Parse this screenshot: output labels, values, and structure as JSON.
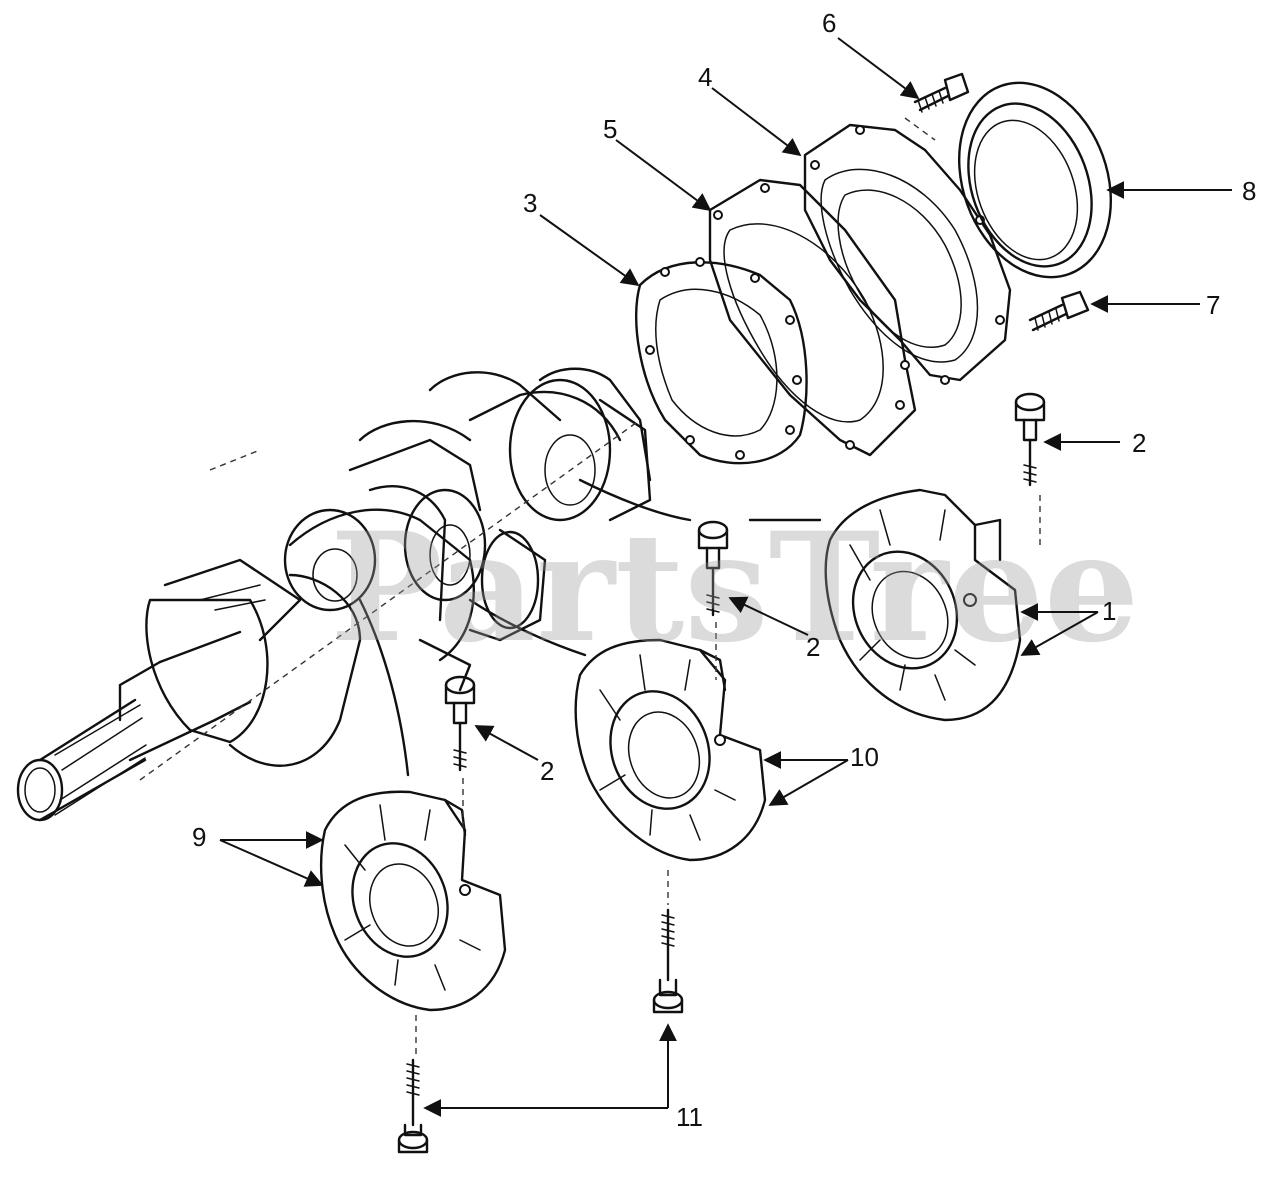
{
  "watermark": "PartsTree",
  "colors": {
    "ink": "#111111",
    "watermark": "#9a9a9a",
    "background": "#ffffff"
  },
  "callouts": [
    {
      "id": "c1",
      "label": "1"
    },
    {
      "id": "c2a",
      "label": "2"
    },
    {
      "id": "c2b",
      "label": "2"
    },
    {
      "id": "c2c",
      "label": "2"
    },
    {
      "id": "c3",
      "label": "3"
    },
    {
      "id": "c4",
      "label": "4"
    },
    {
      "id": "c5",
      "label": "5"
    },
    {
      "id": "c6",
      "label": "6"
    },
    {
      "id": "c7",
      "label": "7"
    },
    {
      "id": "c8",
      "label": "8"
    },
    {
      "id": "c9",
      "label": "9"
    },
    {
      "id": "c10",
      "label": "10"
    },
    {
      "id": "c11",
      "label": "11"
    }
  ]
}
